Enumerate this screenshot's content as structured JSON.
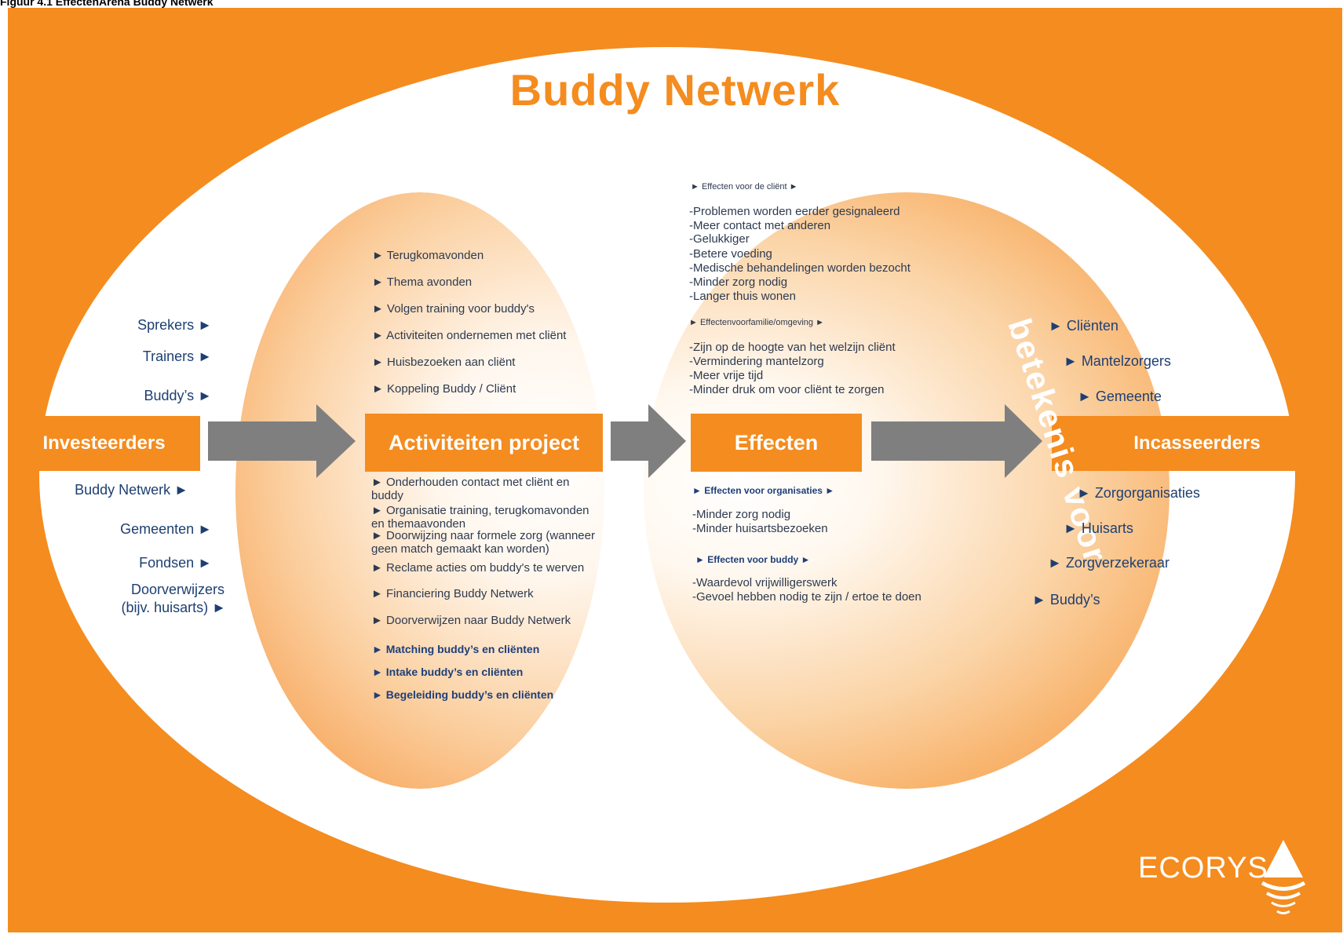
{
  "caption": "Figuur 4.1 EffectenArena Buddy Netwerk",
  "title": "Buddy Netwerk",
  "boxes": {
    "investeerders": "Investeerders",
    "activiteiten": "Activiteiten project",
    "effecten": "Effecten",
    "incasseerders": "Incasseerders"
  },
  "investeerders_top": [
    "Sprekers ►",
    "Trainers ►",
    "Buddy’s ►"
  ],
  "investeerders_bottom": [
    "Buddy Netwerk ►",
    "Gemeenten ►",
    "Fondsen ►",
    "Doorverwijzers",
    "(bijv. huisarts) ►"
  ],
  "activities_top": [
    "► Terugkomavonden",
    "► Thema avonden",
    "► Volgen training voor buddy's",
    "► Activiteiten ondernemen met cliënt",
    "► Huisbezoeken aan cliënt",
    "► Koppeling Buddy / Cliënt"
  ],
  "activities_bottom": [
    "► Onderhouden contact met cliënt en",
    "buddy",
    "► Organisatie training, terugkomavonden",
    "en themaavonden",
    "► Doorwijzing naar formele zorg (wanneer",
    "geen match gemaakt kan worden)",
    "► Reclame acties om buddy's te werven",
    "► Financiering Buddy Netwerk",
    "► Doorverwijzen naar Buddy Netwerk"
  ],
  "activities_bold": [
    "► Matching buddy’s en cliënten",
    "► Intake buddy’s en cliënten",
    "► Begeleiding buddy’s en cliënten"
  ],
  "effects_client": {
    "heading": "► Effecten voor de cliënt ►",
    "items": [
      "-Problemen worden eerder gesignaleerd",
      "-Meer contact met anderen",
      "-Gelukkiger",
      "-Betere voeding",
      "-Medische behandelingen worden bezocht",
      "-Minder zorg nodig",
      "-Langer thuis wonen"
    ]
  },
  "effects_family": {
    "heading": "► Effectenvoorfamilie/omgeving ►",
    "items": [
      "-Zijn op de hoogte van het welzijn cliënt",
      "-Vermindering mantelzorg",
      "-Meer vrije tijd",
      "-Minder druk om voor cliënt te zorgen"
    ]
  },
  "effects_org": {
    "heading": "► Effecten voor organisaties ►",
    "items": [
      "-Minder zorg nodig",
      "-Minder huisartsbezoeken"
    ]
  },
  "effects_buddy": {
    "heading": "► Effecten voor buddy ►",
    "items": [
      "-Waardevol vrijwilligerswerk",
      "-Gevoel hebben nodig te zijn / ertoe te doen"
    ]
  },
  "betekenis": "betekenis voor",
  "incasseerders_top": [
    "► Cliënten",
    "► Mantelzorgers",
    "► Gemeente"
  ],
  "incasseerders_bottom": [
    "► Zorgorganisaties",
    "► Huisarts",
    "► Zorgverzekeraar",
    "► Buddy’s"
  ],
  "logo": "ECORYS",
  "colors": {
    "orange": "#f48c1f",
    "arrow_gray": "#7f7f7f",
    "navy": "#1d3f72"
  }
}
